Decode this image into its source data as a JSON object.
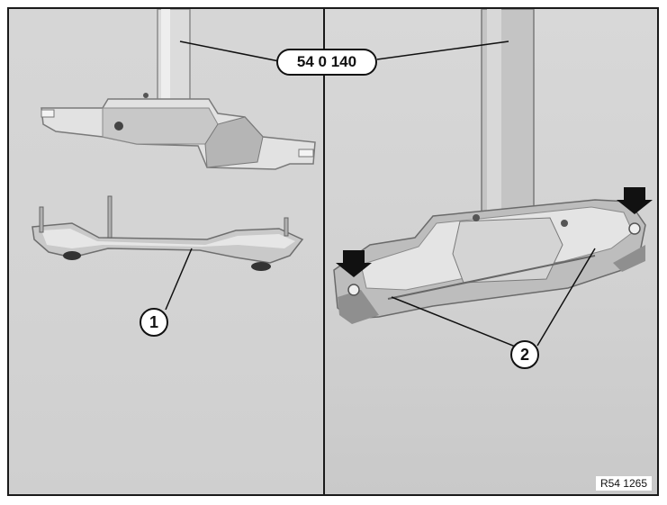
{
  "tool_label": "54 0 140",
  "callouts": {
    "one": "1",
    "two": "2"
  },
  "reference_code": "R54 1265",
  "colors": {
    "background": "#d6d6d6",
    "metal_light": "#e8e8e8",
    "metal_mid": "#bdbdbd",
    "metal_dark": "#7a7a7a",
    "outline": "#111111"
  },
  "icons": [
    "arrow-down-icon",
    "arrow-down-icon"
  ]
}
